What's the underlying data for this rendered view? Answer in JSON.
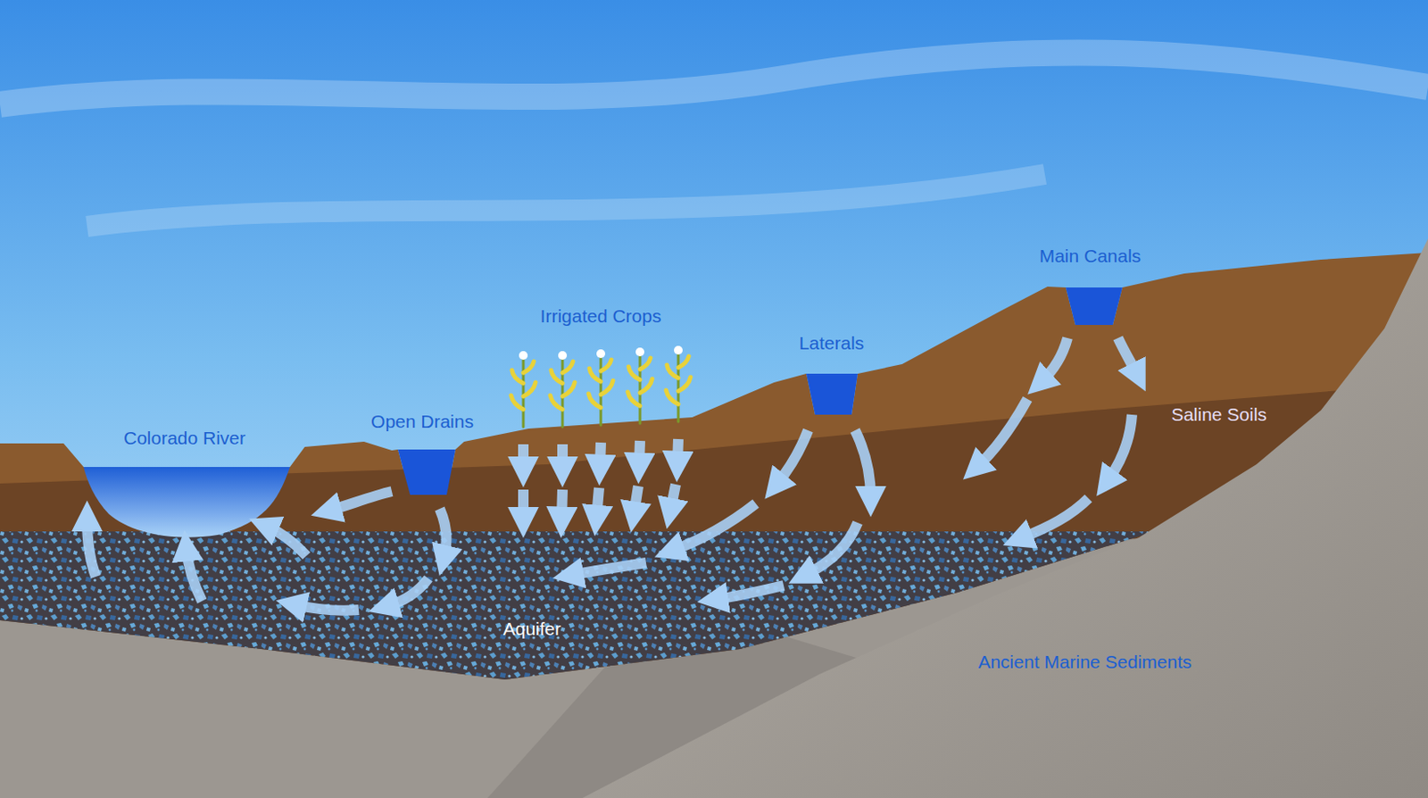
{
  "diagram": {
    "labels": [
      "Colorado River",
      "Open Drains",
      "Irrigated Crops",
      "Laterals",
      "Main Canals",
      "Saline Soils",
      "Aquifer",
      "Ancient Marine Sediments"
    ]
  }
}
